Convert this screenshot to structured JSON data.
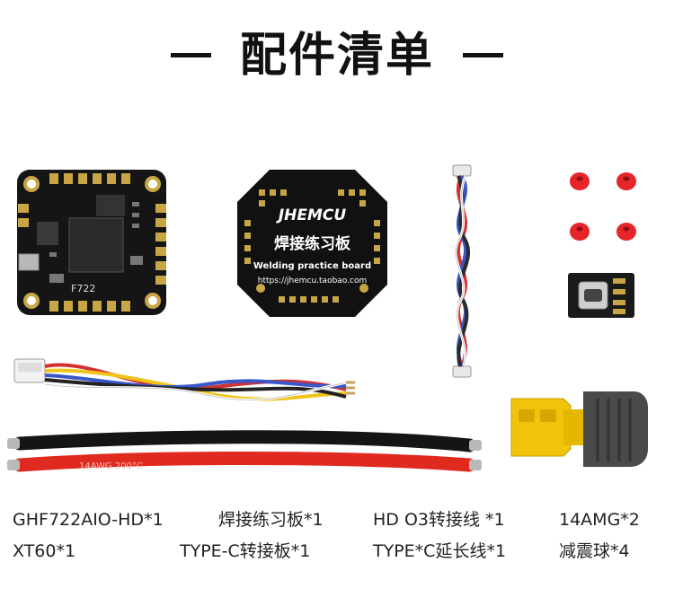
{
  "title": "配件清单",
  "board_print": {
    "fc_model": "F722",
    "brand": "JHEMCU",
    "practice_cn": "焊接练习板",
    "practice_en": "Welding practice board",
    "url": "https://jhemcu.taobao.com",
    "wire_print": "14AWG 200°C"
  },
  "captions": {
    "row1": [
      "GHF722AIO-HD*1",
      "焊接练习板*1",
      "HD O3转接线 *1",
      "14AMG*2"
    ],
    "row2": [
      "XT60*1",
      "TYPE-C转接板*1",
      "TYPE*C延长线*1",
      "减震球*4"
    ]
  }
}
